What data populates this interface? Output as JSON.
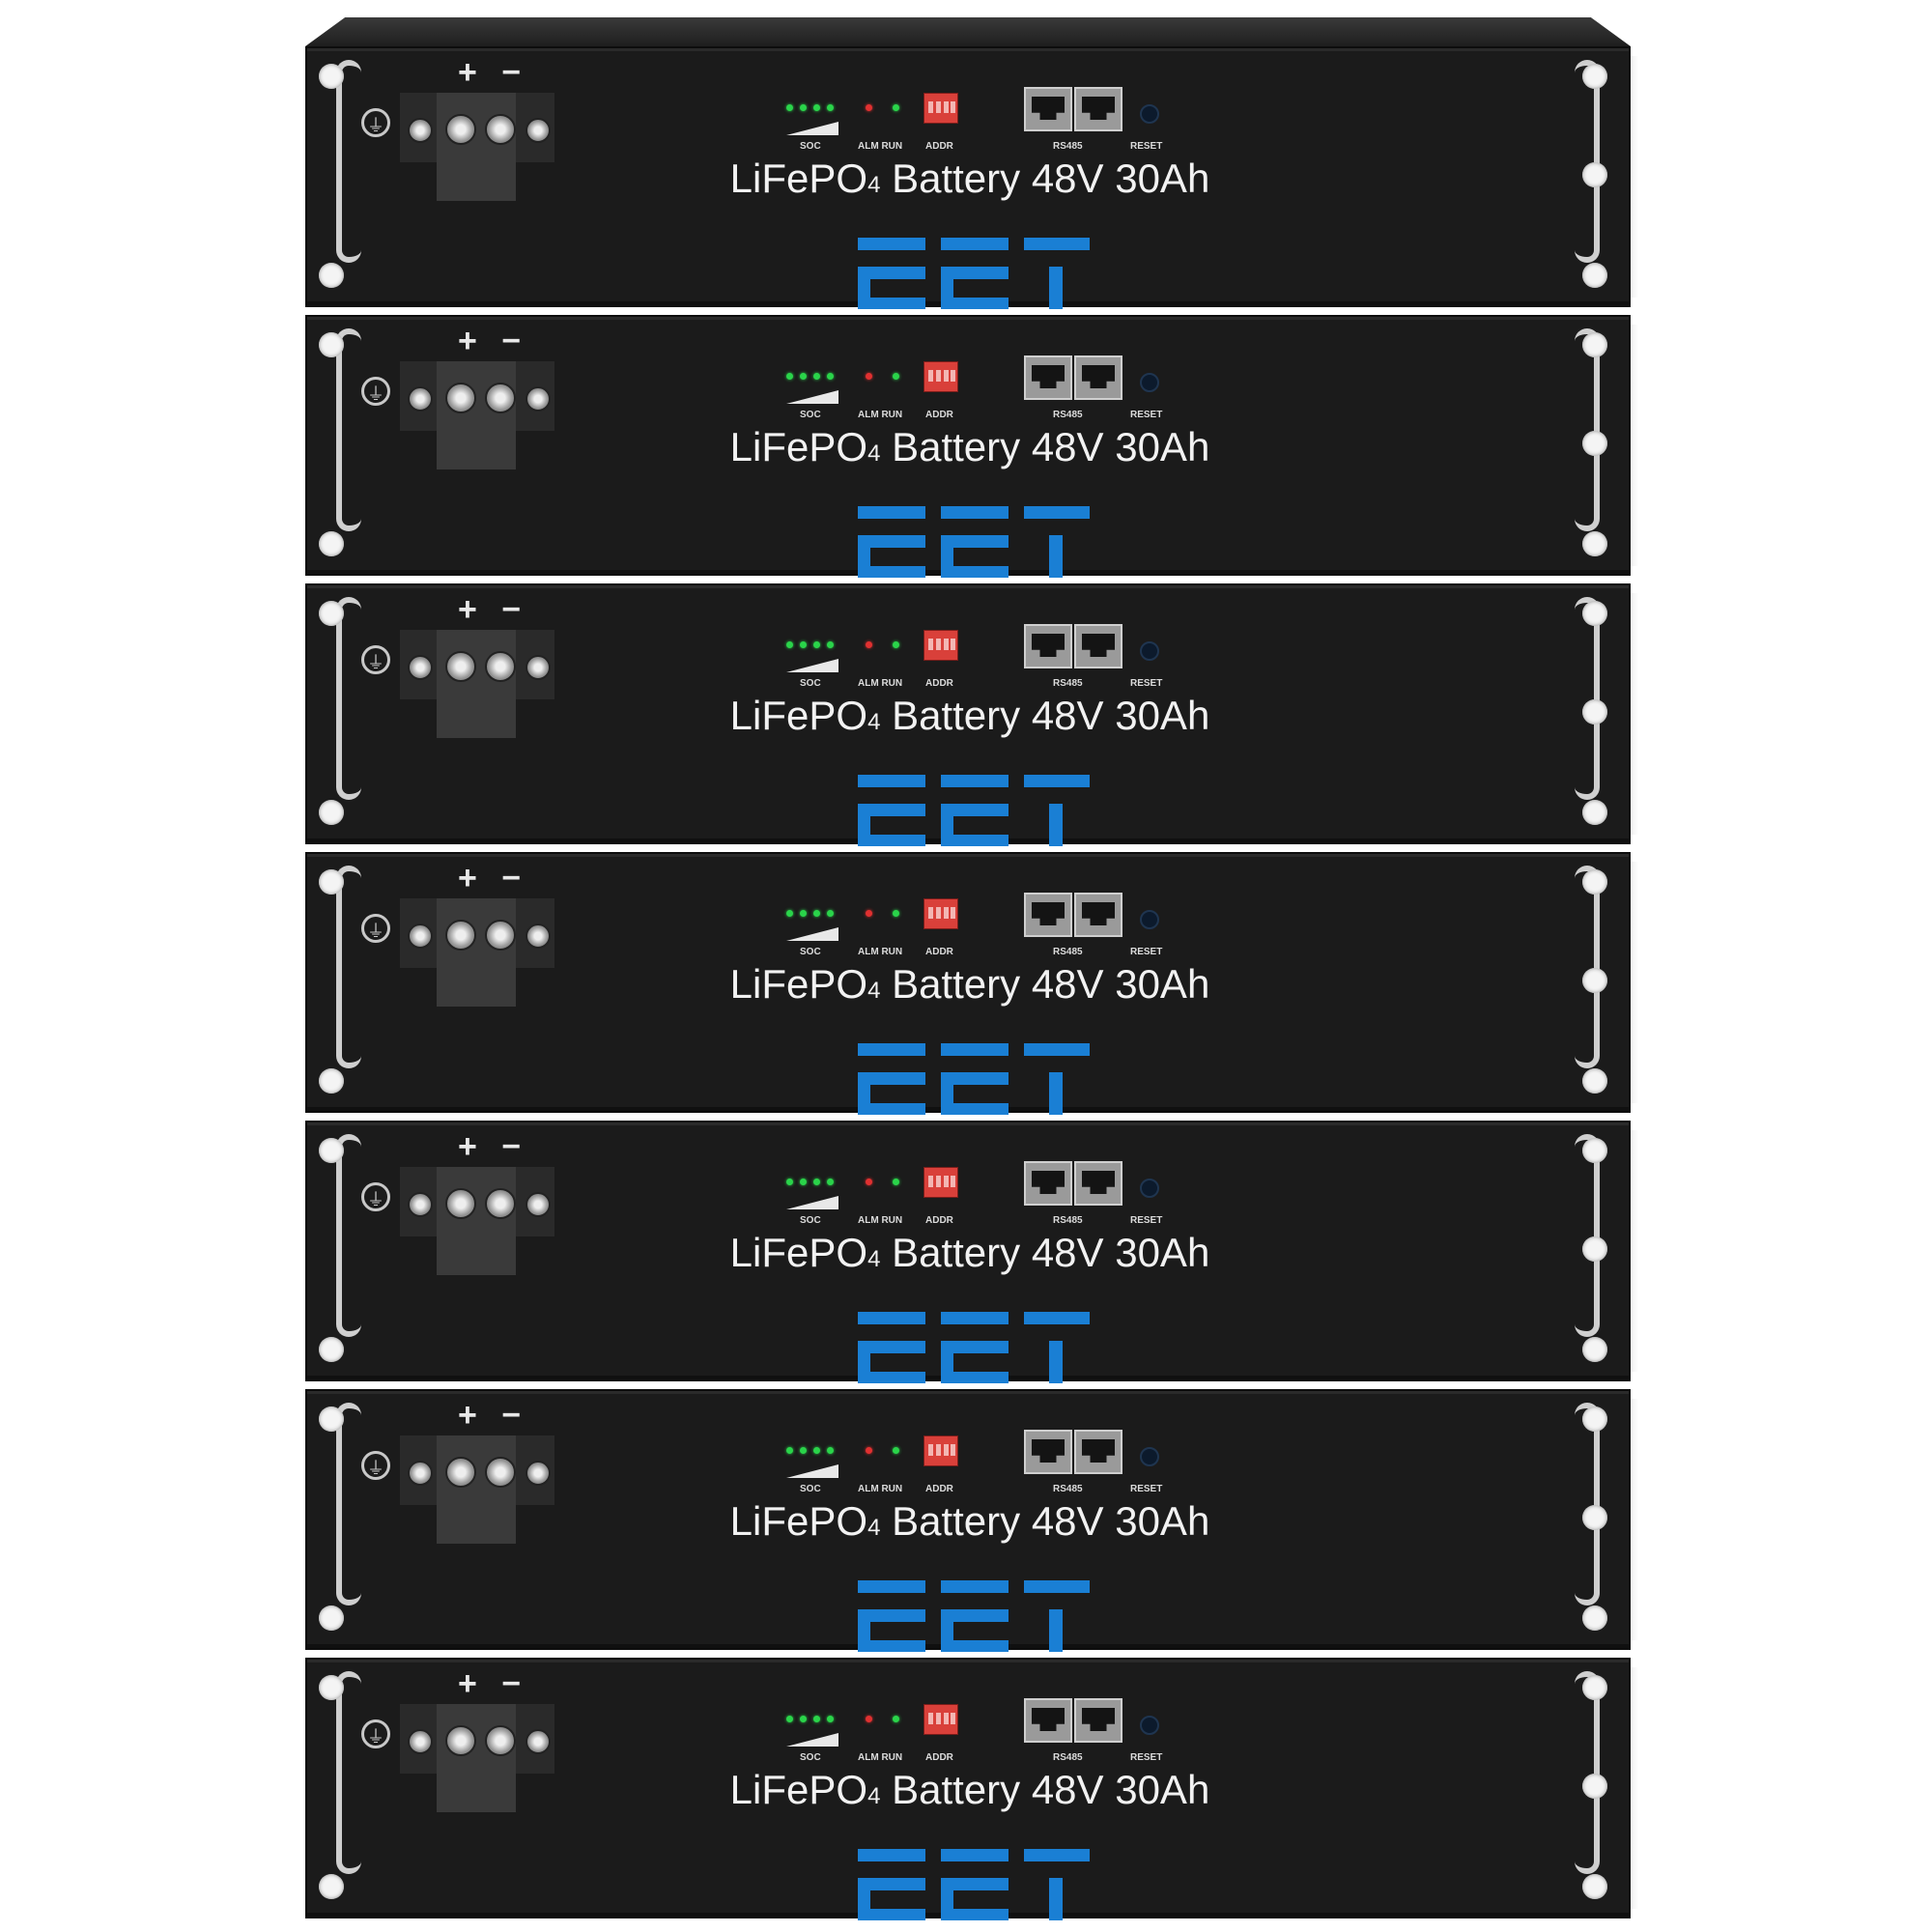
{
  "rack": {
    "modules": [
      {
        "polarity": "+ −",
        "soc_label": "SOC",
        "alm_run_label": "ALM RUN",
        "addr_label": "ADDR",
        "comm_label": "RS485",
        "reset_label": "RESET",
        "title_main": "LiFePO",
        "title_sub": "4",
        "title_rest": " Battery 48V 30Ah",
        "logo_text": "EET"
      },
      {
        "polarity": "+ −",
        "soc_label": "SOC",
        "alm_run_label": "ALM RUN",
        "addr_label": "ADDR",
        "comm_label": "RS485",
        "reset_label": "RESET",
        "title_main": "LiFePO",
        "title_sub": "4",
        "title_rest": " Battery 48V 30Ah",
        "logo_text": "EET"
      },
      {
        "polarity": "+ −",
        "soc_label": "SOC",
        "alm_run_label": "ALM RUN",
        "addr_label": "ADDR",
        "comm_label": "RS485",
        "reset_label": "RESET",
        "title_main": "LiFePO",
        "title_sub": "4",
        "title_rest": " Battery 48V 30Ah",
        "logo_text": "EET"
      },
      {
        "polarity": "+ −",
        "soc_label": "SOC",
        "alm_run_label": "ALM RUN",
        "addr_label": "ADDR",
        "comm_label": "RS485",
        "reset_label": "RESET",
        "title_main": "LiFePO",
        "title_sub": "4",
        "title_rest": " Battery 48V 30Ah",
        "logo_text": "EET"
      },
      {
        "polarity": "+ −",
        "soc_label": "SOC",
        "alm_run_label": "ALM RUN",
        "addr_label": "ADDR",
        "comm_label": "RS485",
        "reset_label": "RESET",
        "title_main": "LiFePO",
        "title_sub": "4",
        "title_rest": " Battery 48V 30Ah",
        "logo_text": "EET"
      },
      {
        "polarity": "+ −",
        "soc_label": "SOC",
        "alm_run_label": "ALM RUN",
        "addr_label": "ADDR",
        "comm_label": "RS485",
        "reset_label": "RESET",
        "title_main": "LiFePO",
        "title_sub": "4",
        "title_rest": " Battery 48V 30Ah",
        "logo_text": "EET"
      },
      {
        "polarity": "+ −",
        "soc_label": "SOC",
        "alm_run_label": "ALM RUN",
        "addr_label": "ADDR",
        "comm_label": "RS485",
        "reset_label": "RESET",
        "title_main": "LiFePO",
        "title_sub": "4",
        "title_rest": " Battery 48V 30Ah",
        "logo_text": "EET"
      }
    ]
  },
  "colors": {
    "panel": "#1b1b1b",
    "logo_blue": "#1a7fd4",
    "led_green": "#2ad44a",
    "led_red": "#e03030",
    "dip_switch": "#d9403a"
  },
  "icons": [
    "ground-icon",
    "soc-wedge-icon",
    "rj45-port-icon",
    "reset-button-icon",
    "handle-icon"
  ]
}
